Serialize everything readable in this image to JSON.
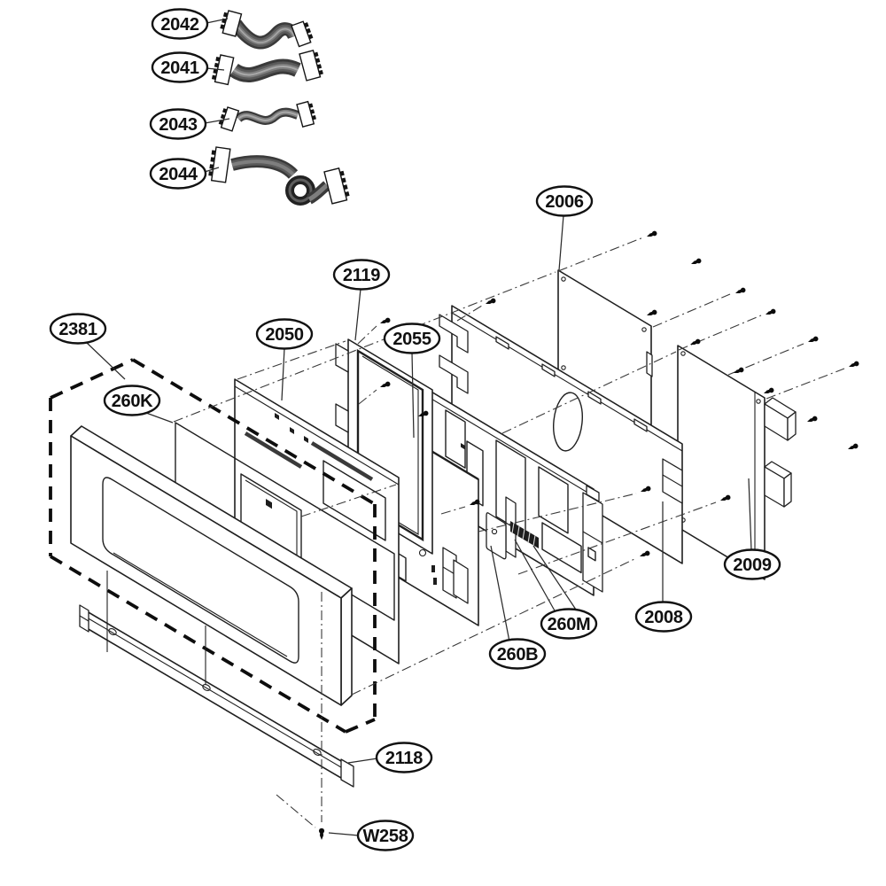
{
  "figure": {
    "kind": "exploded-parts-diagram",
    "subject": "control panel assembly exploded view with ribbon cables, panels, brackets and mounting screws",
    "background": "#ffffff"
  },
  "colors": {
    "line": "#1f1f1f",
    "heavy_dash_outline": "#0d0d0d",
    "ribbon_cable": "#3a3a3a",
    "screw": "#0c0c0c",
    "callout_stroke": "#121212",
    "callout_fill": "#ffffff",
    "callout_text": "#101010"
  },
  "icons": {
    "screw-icon": "small black pan-head screw silhouette",
    "callout-bubble": "white ellipse with bold part number"
  },
  "screws_visible": 21,
  "callouts": {
    "c2042": {
      "label": "2042"
    },
    "c2041": {
      "label": "2041"
    },
    "c2043": {
      "label": "2043"
    },
    "c2044": {
      "label": "2044"
    },
    "c2381": {
      "label": "2381"
    },
    "c260K": {
      "label": "260K"
    },
    "c2050": {
      "label": "2050"
    },
    "c2119": {
      "label": "2119"
    },
    "c2055": {
      "label": "2055"
    },
    "c2006": {
      "label": "2006"
    },
    "c2008": {
      "label": "2008"
    },
    "c2009": {
      "label": "2009"
    },
    "c260M": {
      "label": "260M"
    },
    "c260B": {
      "label": "260B"
    },
    "c2118": {
      "label": "2118"
    },
    "cW258": {
      "label": "W258"
    }
  }
}
